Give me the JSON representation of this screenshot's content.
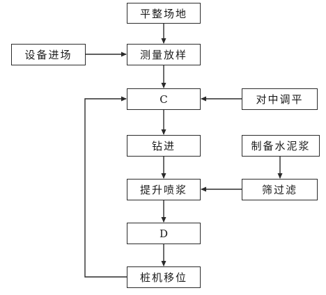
{
  "flowchart": {
    "steps": {
      "site_leveling": "平整场地",
      "survey_layout": "测量放样",
      "step_c": "C",
      "drilling": "钻进",
      "lift_grouting": "提升喷浆",
      "step_d": "D",
      "rig_relocation": "桩机移位"
    },
    "side_inputs": {
      "equipment_entry": "设备进场",
      "centering_leveling": "对中调平",
      "prepare_cement_slurry": "制备水泥浆",
      "filtering": "筛过滤"
    }
  },
  "colors": {
    "line": "#2a2a2a",
    "box_border": "#2a2a2a",
    "background": "#ffffff"
  }
}
